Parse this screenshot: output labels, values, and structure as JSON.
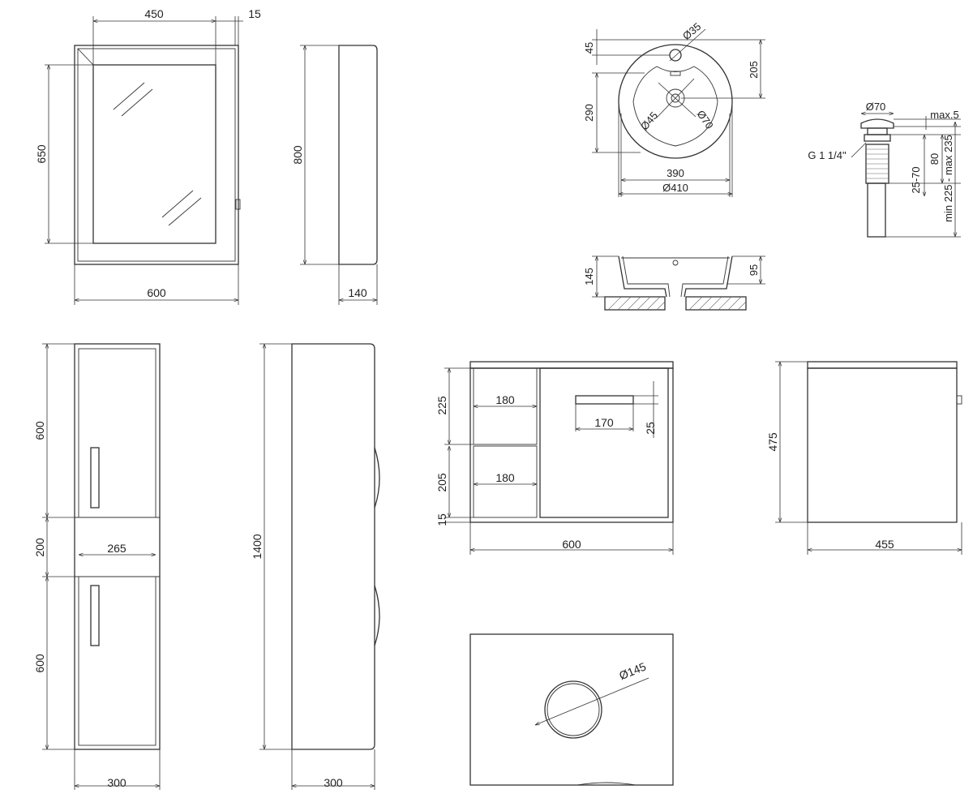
{
  "mirror_cabinet": {
    "width_inner": "450",
    "frame_side": "15",
    "height_inner": "650",
    "width_total": "600",
    "height_total": "800",
    "depth": "140"
  },
  "basin": {
    "tap_hole_offset": "45",
    "tap_hole_diameter": "Ø35",
    "rim_depth": "205",
    "bowl_depth": "290",
    "drain_diameter": "Ø45",
    "drain_outer_diameter": "Ø70",
    "bowl_width": "390",
    "outer_diameter": "Ø410",
    "height": "145",
    "inner_height": "95"
  },
  "drain": {
    "cap_diameter": "Ø70",
    "max_gap": "max.5",
    "thread": "G 1 1/4\"",
    "body_height": "80",
    "adjust_range": "25-70",
    "total_height": "min 225 - max 235"
  },
  "tall_cabinet": {
    "door_upper": "600",
    "shelf_gap": "200",
    "shelf_width": "265",
    "door_lower": "600",
    "width": "300",
    "height": "1400",
    "depth": "300"
  },
  "vanity_front": {
    "shelf_upper_height": "225",
    "shelf_upper_width": "180",
    "handle_width": "170",
    "handle_height": "25",
    "shelf_lower_height": "205",
    "shelf_lower_width": "180",
    "plinth": "15",
    "width": "600"
  },
  "vanity_side": {
    "height": "475",
    "depth": "455"
  },
  "vanity_top": {
    "cutout_diameter": "Ø145"
  }
}
